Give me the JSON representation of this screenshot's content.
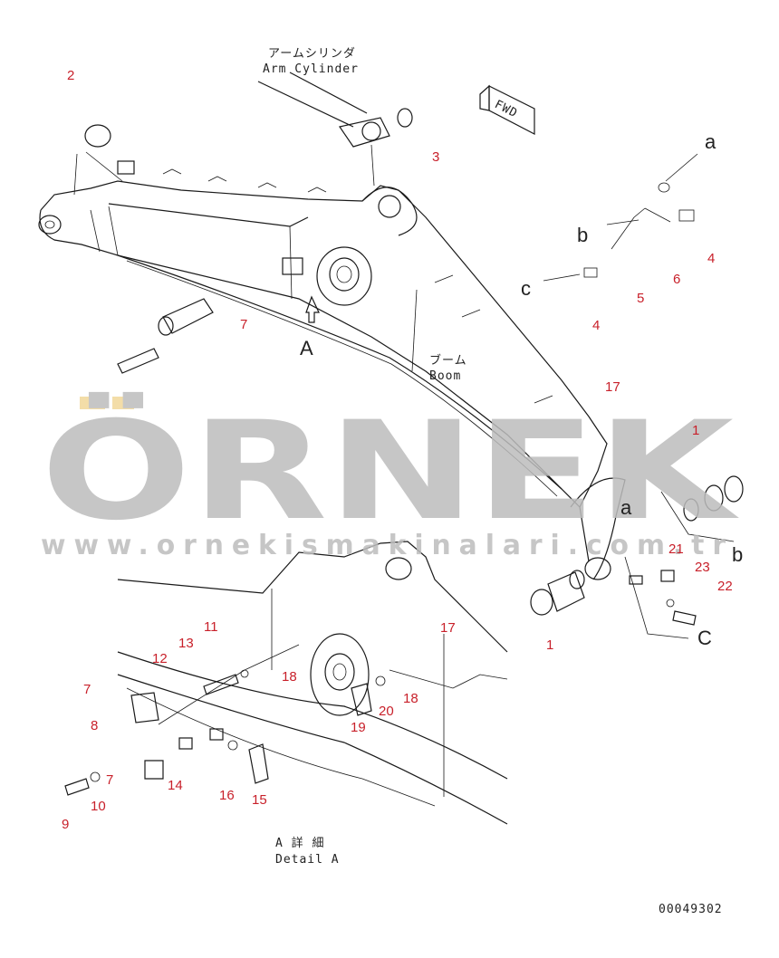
{
  "labels": {
    "arm_cylinder_jp": "アームシリンダ",
    "arm_cylinder_en": "Arm Cylinder",
    "boom_jp": "ブーム",
    "boom_en": "Boom",
    "view_a": "A",
    "detail_jp": "A 詳 細",
    "detail_en": "Detail A",
    "fwd": "FWD",
    "drawing_number": "00049302"
  },
  "callouts": {
    "c2": "2",
    "c3": "3",
    "c7a": "7",
    "c1a": "1",
    "c1b": "1",
    "c4a": "4",
    "c4b": "4",
    "c5": "5",
    "c6": "6",
    "c17a": "17",
    "c17b": "17",
    "c21": "21",
    "c22": "22",
    "c23": "23",
    "c7b": "7",
    "c7c": "7",
    "c8": "8",
    "c9": "9",
    "c10": "10",
    "c11": "11",
    "c12": "12",
    "c13": "13",
    "c14": "14",
    "c15": "15",
    "c16": "16",
    "c18a": "18",
    "c18b": "18",
    "c19": "19",
    "c20": "20"
  },
  "view_markers": {
    "a1": "a",
    "a2": "a",
    "b1": "b",
    "b2": "b",
    "c1": "c",
    "c2": "C"
  },
  "watermark": {
    "brand": "ÖRNEK",
    "url": "www.ornekismakinalari.com.tr"
  },
  "colors": {
    "callout": "#c8202a",
    "line": "#1a1a1a",
    "watermark": "#bdbdbd",
    "watermark_accent": "#f2d89a"
  }
}
